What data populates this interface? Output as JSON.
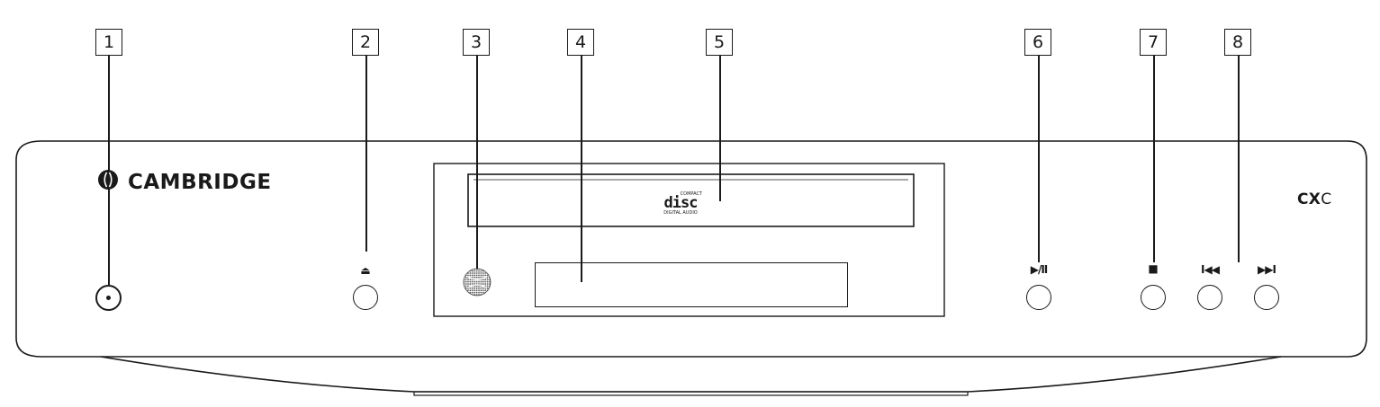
{
  "callouts": [
    "1",
    "2",
    "3",
    "4",
    "5",
    "6",
    "7",
    "8"
  ],
  "front_panel": {
    "brand": "CAMBRIDGE",
    "model_bold": "CX",
    "model_thin": "C",
    "disc_logo": {
      "top": "COMPACT",
      "main": "disc",
      "bottom": "DIGITAL AUDIO"
    }
  },
  "buttons": {
    "eject_symbol": "⏏",
    "play_pause_symbol": "▶/II",
    "stop_symbol": "■",
    "prev_symbol": "I◀◀",
    "next_symbol": "▶▶I"
  },
  "icons": {
    "brand_logo": "cambridge-logo-icon",
    "ir_sensor": "infrared-sensor-icon",
    "power": "power-icon"
  },
  "colors": {
    "outline": "#1a1a1a",
    "background": "#ffffff"
  }
}
